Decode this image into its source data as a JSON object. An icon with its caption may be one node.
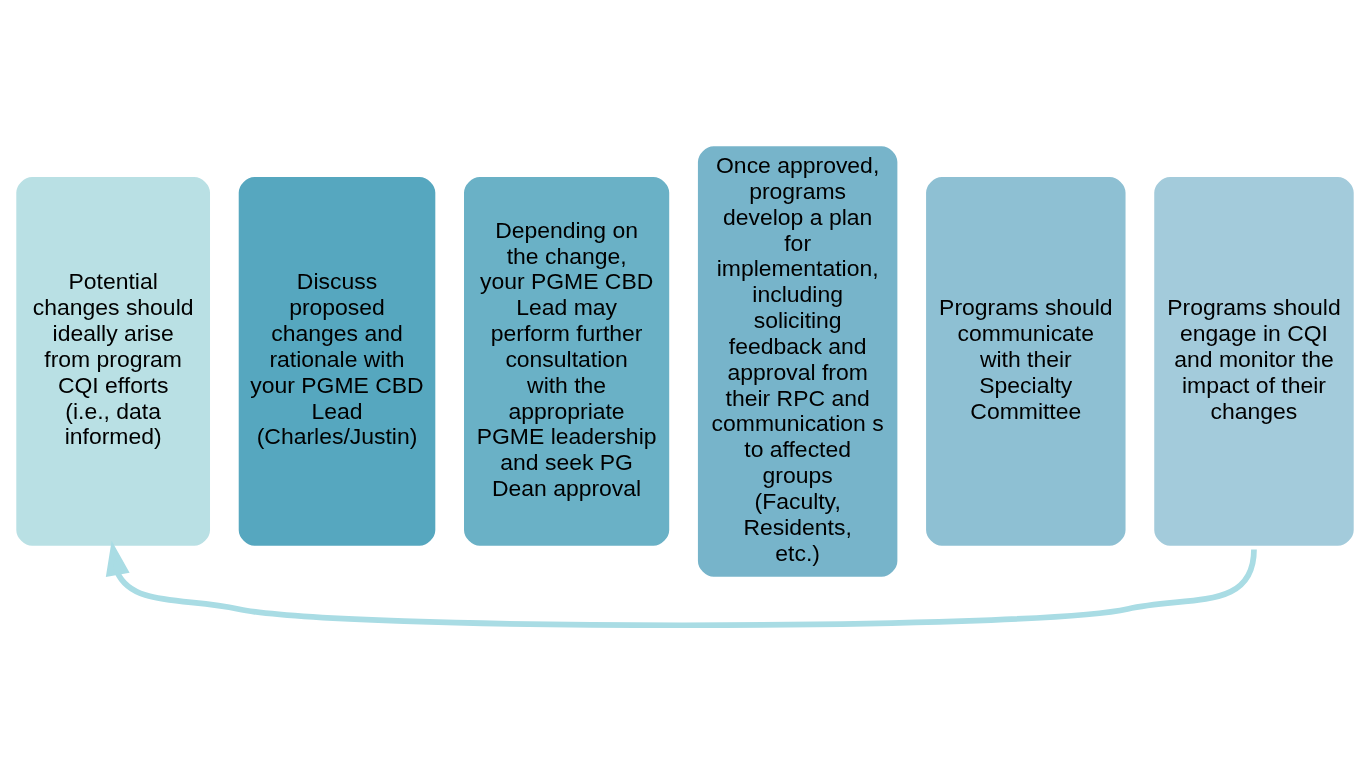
{
  "diagram": {
    "nodes": [
      {
        "text": [
          "Potential changes should ideally arise from program CQI efforts (i.e., data informed)"
        ]
      },
      {
        "text": [
          "Discuss proposed changes and rationale with your PGME CBD Lead (Charles/Justin)"
        ]
      },
      {
        "text": [
          "Depending on the change, your PGME CBD Lead may perform further consultation with the appropriate PGME leadership and seek PG Dean approval"
        ]
      },
      {
        "text": [
          "Once approved, programs develop a plan for implementation, including soliciting feedback and approval from their RPC and communication s to affected groups (Faculty, Residents, etc.)"
        ]
      },
      {
        "text": [
          "Programs should communicate with their Specialty Committee"
        ]
      },
      {
        "text": [
          "Programs should engage in CQI and monitor the impact of their changes"
        ]
      }
    ],
    "edges": [
      {
        "from": 5,
        "to": 0,
        "arrow": "to"
      }
    ]
  }
}
